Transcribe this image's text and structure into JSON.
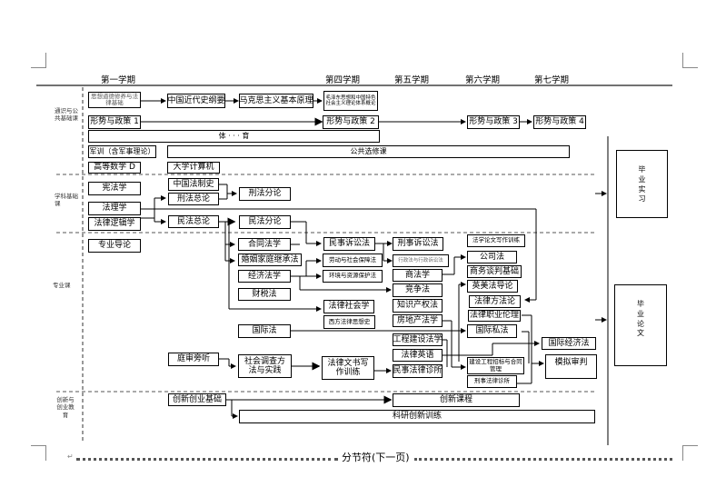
{
  "semesters": [
    "第一学期",
    "第四学期",
    "第五学期",
    "第六学期",
    "第七学期"
  ],
  "categories": {
    "general": "通识与公共基础课",
    "discipline": "学科基础课",
    "major": "专业课",
    "innovation": "创新与创业教育"
  },
  "general": {
    "moral_law": "思想道德修养与法律基础",
    "modern_history": "中国近代史纲要",
    "marxism": "马克思主义基本原理",
    "mao_theory": "毛泽东思想和中国特色社会主义理论体系概论",
    "policy1": "形势与政策 1",
    "policy2": "形势与政策 2",
    "policy3": "形势与政策 3",
    "policy4": "形势与政策 4",
    "pe": "体 · · · 育",
    "military": "军训（含军事理论）",
    "public_elective": "公共选修课",
    "math": "高等数学 D",
    "computer": "大学计算机"
  },
  "discipline": {
    "constitution": "宪法学",
    "jurisprudence": "法理学",
    "logic": "法律逻辑学",
    "legal_history": "中国法制史",
    "criminal_general": "刑法总论",
    "civil_general": "民法总论",
    "criminal_special": "刑法分论",
    "civil_special": "民法分论"
  },
  "major": {
    "intro": "专业导论",
    "contract": "合同法学",
    "family": "婚姻家庭继承法",
    "economic": "经济法学",
    "tax": "财税法",
    "civil_procedure": "民事诉讼法",
    "labor": "劳动与社会保障法",
    "environment": "环境与资源保护法",
    "legal_sociology": "法律社会学",
    "western_thought": "西方法律思想史",
    "criminal_procedure": "刑事诉讼法",
    "administrative": "行政法与行政诉讼法",
    "commercial": "商法学",
    "competition": "竞争法",
    "ip": "知识产权法",
    "real_estate": "房地产法学",
    "construction": "工程建设法学",
    "legal_english": "法律英语",
    "civil_clinic": "民事法律诊所",
    "thesis_writing": "法学论文写作训练",
    "company": "公司法",
    "negotiation": "商务谈判基础",
    "anglo_american": "英美法导论",
    "methodology": "法律方法论",
    "ethics": "法律职业伦理",
    "private_intl": "国际私法",
    "construction_bid": "建设工程招标与合同管理",
    "criminal_clinic": "刑事法律诊所",
    "intl_economic": "国际经济法",
    "moot_court": "模拟审判",
    "intl_law": "国际法",
    "court_hearing": "庭审旁听",
    "social_survey": "社会调查方法与实践",
    "legal_documents": "法律文书写作训练"
  },
  "innovation": {
    "basics": "创新创业基础",
    "courses": "创新课程",
    "training": "科研创新训练"
  },
  "graduation": {
    "internship": [
      "毕",
      "业",
      "实",
      "习"
    ],
    "thesis": [
      "毕",
      "业",
      "论",
      "文"
    ]
  },
  "section_break": "分节符(下一页)"
}
